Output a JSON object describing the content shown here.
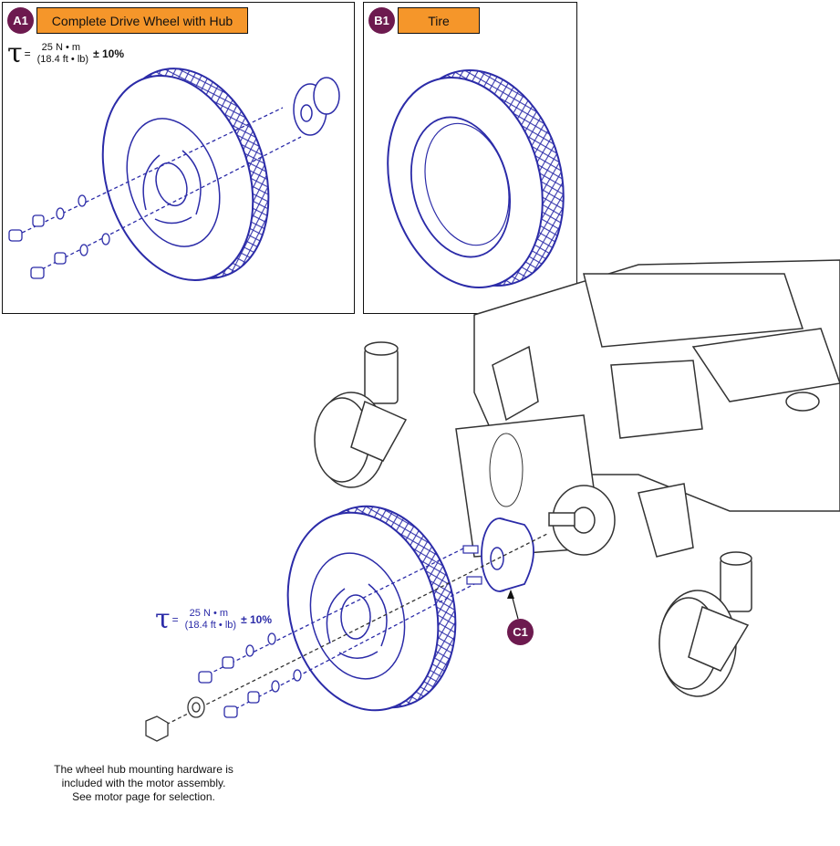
{
  "colors": {
    "badge": "#6d1a4f",
    "label_fill": "#f5962a",
    "part_line": "#2b2ba8",
    "chassis_line": "#333333"
  },
  "callout_a1": {
    "badge": "A1",
    "label": "Complete Drive Wheel with Hub"
  },
  "callout_b1": {
    "badge": "B1",
    "label": "Tire"
  },
  "callout_c1": {
    "badge": "C1"
  },
  "torque_a1": {
    "symbol": "τ",
    "eq": "=",
    "value": "25 N • m",
    "imperial": "(18.4 ft • lb)",
    "tolerance": "± 10%"
  },
  "torque_main": {
    "symbol": "τ",
    "eq": "=",
    "value": "25 N • m",
    "imperial": "(18.4 ft • lb)",
    "tolerance": "± 10%"
  },
  "note": {
    "line1": "The wheel hub mounting hardware is",
    "line2": "included with the motor assembly.",
    "line3": "See motor page for selection."
  }
}
